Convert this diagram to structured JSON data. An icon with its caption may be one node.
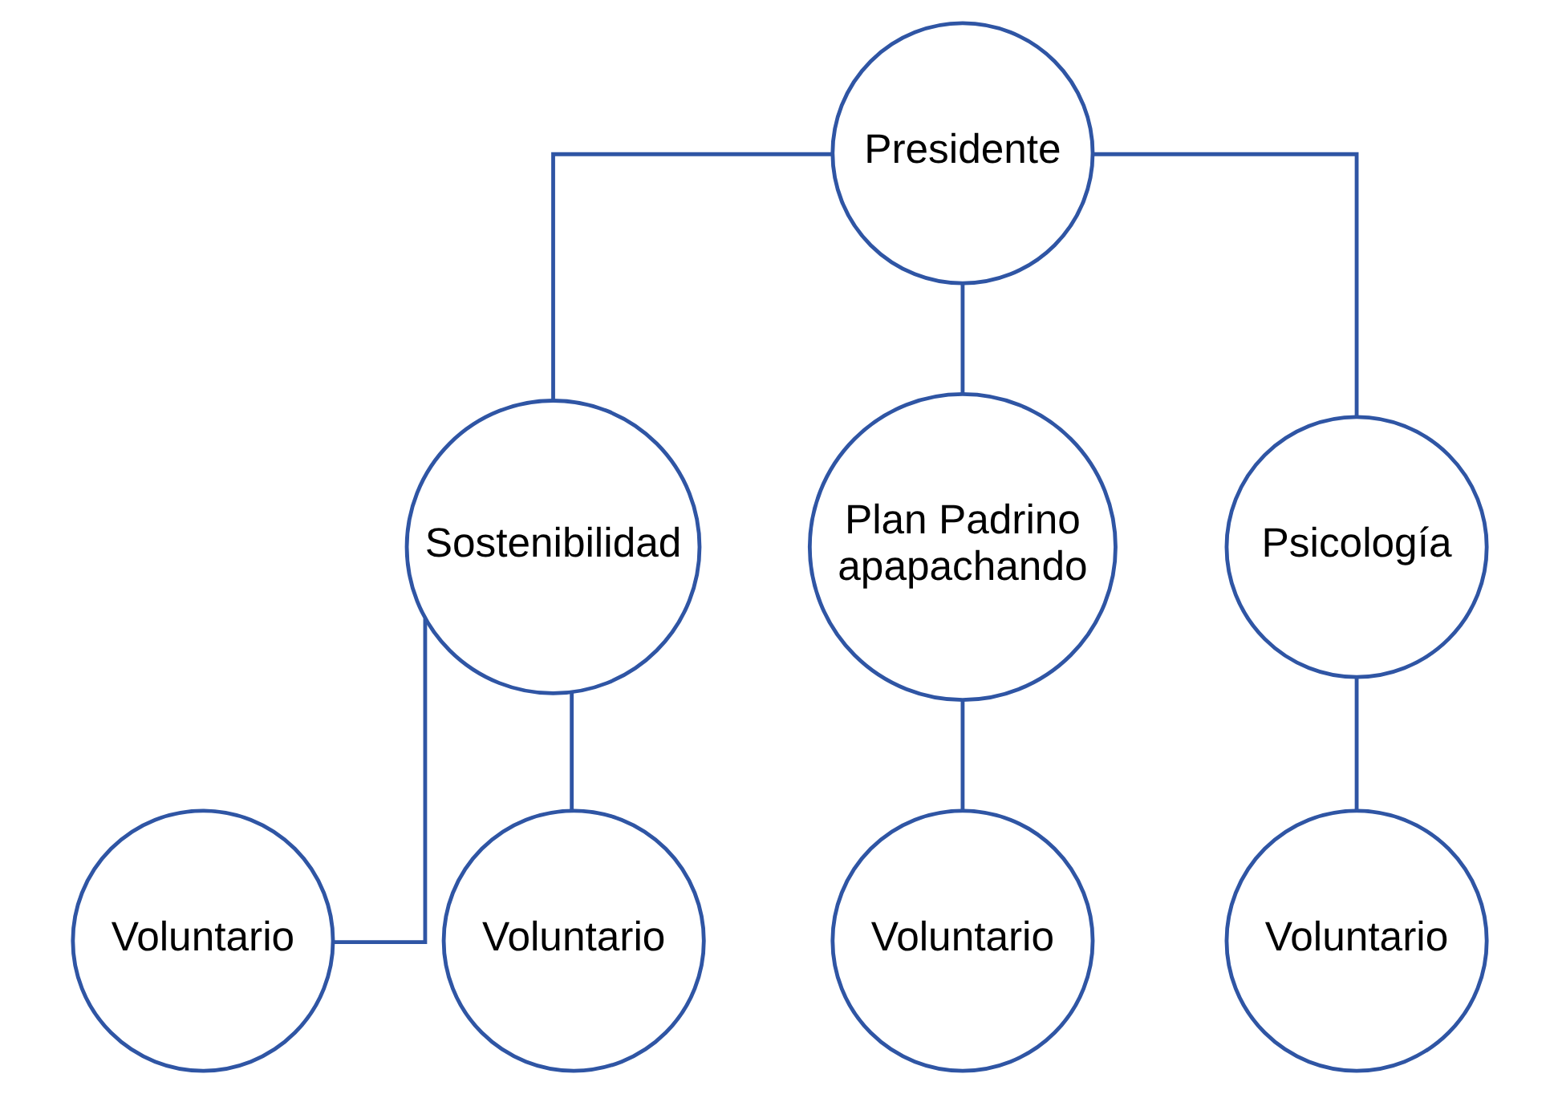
{
  "diagram": {
    "nodes": [
      {
        "text": [
          "Presidente"
        ]
      },
      {
        "text": [
          "Sostenibilidad"
        ]
      },
      {
        "text": [
          "Plan Padrino apapachando"
        ]
      },
      {
        "text": [
          "Psicología"
        ]
      },
      {
        "text": [
          "Voluntario"
        ]
      },
      {
        "text": [
          "Voluntario"
        ]
      },
      {
        "text": [
          "Voluntario"
        ]
      },
      {
        "text": [
          "Voluntario"
        ]
      }
    ],
    "edges": [
      {
        "from": 0,
        "to": 1,
        "arrow": "none"
      },
      {
        "from": 0,
        "to": 2,
        "arrow": "none"
      },
      {
        "from": 0,
        "to": 3,
        "arrow": "none"
      },
      {
        "from": 1,
        "to": 4,
        "arrow": "none"
      },
      {
        "from": 1,
        "to": 5,
        "arrow": "none"
      },
      {
        "from": 2,
        "to": 6,
        "arrow": "none"
      },
      {
        "from": 3,
        "to": 7,
        "arrow": "none"
      }
    ]
  }
}
